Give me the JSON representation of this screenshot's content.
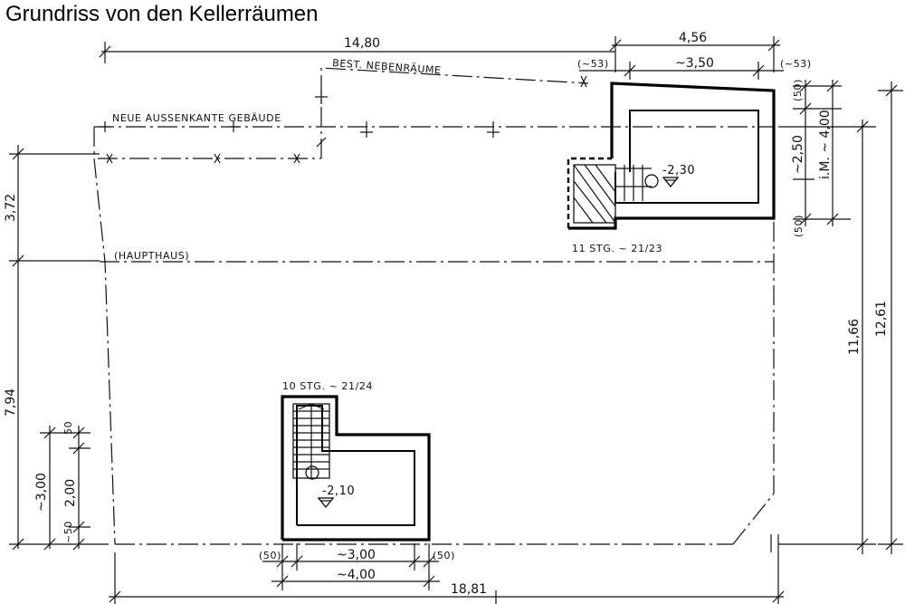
{
  "title": "Grundriss von den Kellerräumen",
  "labels": {
    "bestehende_nebenraeume": "BEST. NEBENRÄUME",
    "neue_aussenkante": "NEUE AUSSENKANTE GEBÄUDE",
    "haupthaus": "(HAUPTHAUS)",
    "stairs_top": "11 STG. ~ 21/23",
    "stairs_bottom": "10 STG. ~ 21/24",
    "level_top": "-2,30",
    "level_bottom": "-2,10"
  },
  "dimensions": {
    "top_total": "14,80",
    "top_right": "4,56",
    "top_inner": "~3,50",
    "top_left_wall": "(~53)",
    "top_right_wall": "(~53)",
    "right_small": "(50)",
    "right_2_50": "~2,50",
    "right_im_4_00": "i.M. ~ 4,00",
    "right_50_bottom": "(50)",
    "right_11_66": "11,66",
    "right_12_61": "12,61",
    "left_3_72": "3,72",
    "left_7_94": "7,94",
    "left_3_00": "~3,00",
    "left_50_top": "50",
    "left_2_00": "2,00",
    "left_50_bottom": "~50",
    "bottom_50_left": "(50)",
    "bottom_3_00": "~3,00",
    "bottom_50_right": "(50)",
    "bottom_4_00": "~4,00",
    "bottom_total": "18,81"
  }
}
